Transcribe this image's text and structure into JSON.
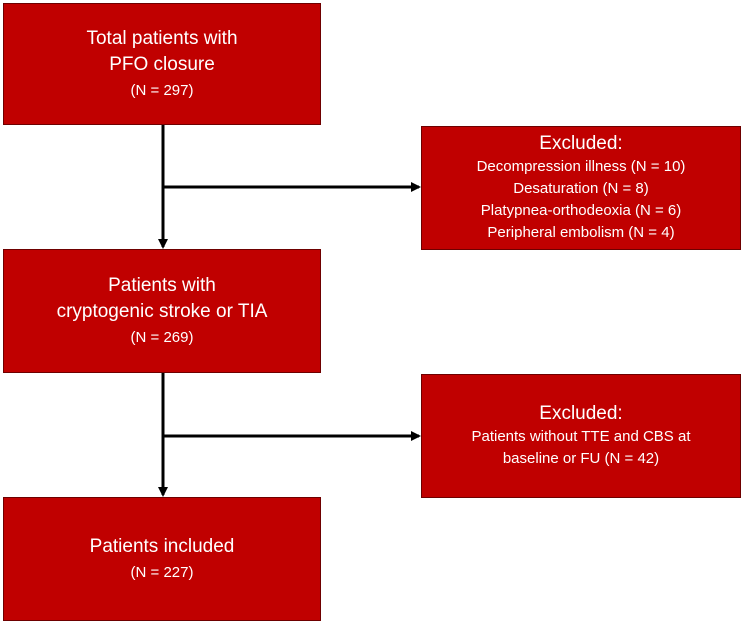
{
  "colors": {
    "box_fill": "#c00000",
    "box_border": "#6e0000",
    "text": "#ffffff",
    "arrow": "#000000"
  },
  "boxes": {
    "total": {
      "lines": [
        "Total patients with",
        "PFO closure"
      ],
      "n": "(N = 297)"
    },
    "excluded_1": {
      "title": "Excluded:",
      "items": [
        "Decompression illness (N = 10)",
        "Desaturation (N = 8)",
        "Platypnea-orthodeoxia (N = 6)",
        "Peripheral embolism (N = 4)"
      ]
    },
    "cryptogenic": {
      "lines": [
        "Patients with",
        "cryptogenic stroke or TIA"
      ],
      "n": "(N = 269)"
    },
    "excluded_2": {
      "title": "Excluded:",
      "items": [
        "Patients without TTE and CBS at",
        "baseline or FU (N = 42)"
      ]
    },
    "included": {
      "lines": [
        "Patients included"
      ],
      "n": "(N = 227)"
    }
  }
}
